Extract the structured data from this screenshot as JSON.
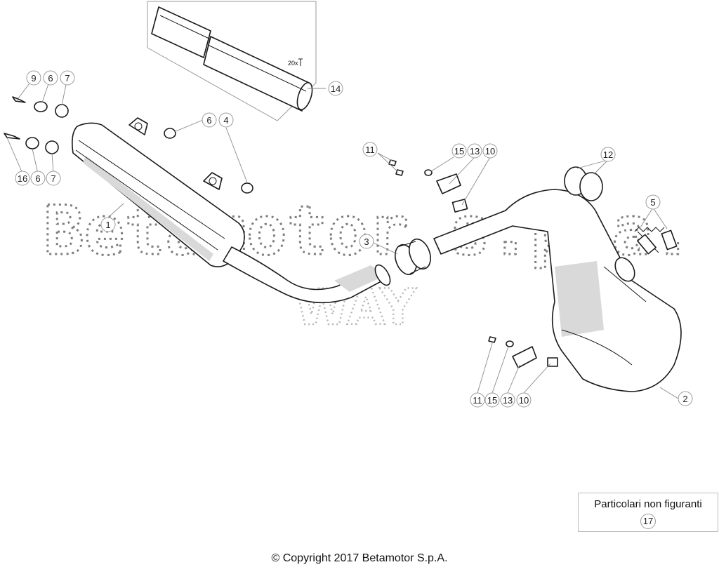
{
  "watermark": {
    "line1": "Betamotor s.p.a.",
    "line2": "WAY"
  },
  "kit": {
    "quantity_label": "20x"
  },
  "callouts": [
    {
      "id": "c9-top",
      "label": "9"
    },
    {
      "id": "c6-top",
      "label": "6"
    },
    {
      "id": "c7-top",
      "label": "7"
    },
    {
      "id": "c16",
      "label": "16"
    },
    {
      "id": "c6-mid",
      "label": "6"
    },
    {
      "id": "c7-mid",
      "label": "7"
    },
    {
      "id": "c6-bracket",
      "label": "6"
    },
    {
      "id": "c4",
      "label": "4"
    },
    {
      "id": "c1",
      "label": "1"
    },
    {
      "id": "c14",
      "label": "14"
    },
    {
      "id": "c11-top",
      "label": "11"
    },
    {
      "id": "c15-top",
      "label": "15"
    },
    {
      "id": "c13-top",
      "label": "13"
    },
    {
      "id": "c10-top",
      "label": "10"
    },
    {
      "id": "c3",
      "label": "3"
    },
    {
      "id": "c12",
      "label": "12"
    },
    {
      "id": "c5",
      "label": "5"
    },
    {
      "id": "c11-bot",
      "label": "11"
    },
    {
      "id": "c15-bot",
      "label": "15"
    },
    {
      "id": "c13-bot",
      "label": "13"
    },
    {
      "id": "c10-bot",
      "label": "10"
    },
    {
      "id": "c2",
      "label": "2"
    }
  ],
  "note": {
    "text": "Particolari non figuranti",
    "number": "17"
  },
  "footer": {
    "copyright": "© Copyright 2017 Betamotor S.p.A."
  }
}
